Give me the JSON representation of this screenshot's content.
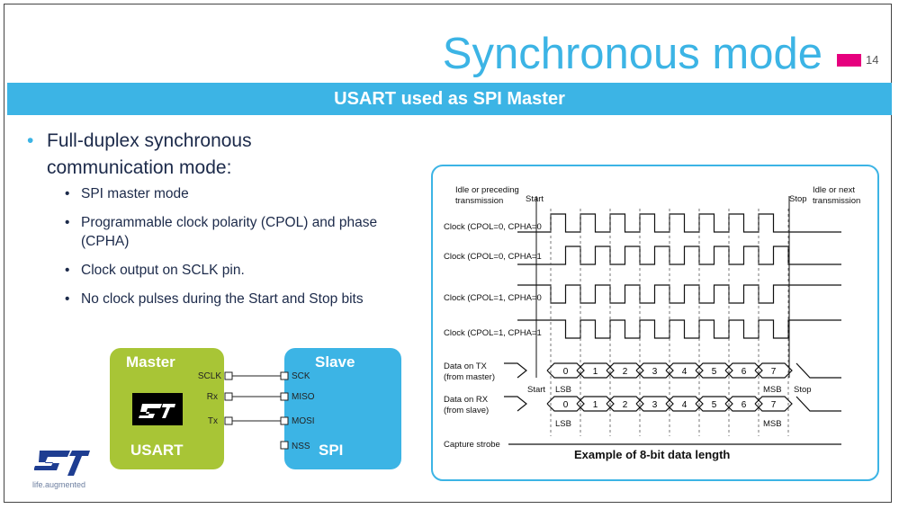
{
  "slide": {
    "title": "Synchronous mode",
    "page_number": "14",
    "banner": "USART used as SPI Master",
    "main_bullet_line1": "Full-duplex synchronous",
    "main_bullet_line2": "communication mode:",
    "sub_bullets": [
      "SPI master mode",
      "Programmable clock polarity (CPOL) and phase (CPHA)",
      "Clock output on SCLK pin.",
      "No clock pulses during the Start and Stop bits"
    ],
    "accent_color": "#3cb4e5",
    "brand_magenta": "#e6007e"
  },
  "block_diagram": {
    "master_label": "Master",
    "master_sub": "USART",
    "slave_label": "Slave",
    "slave_sub": "SPI",
    "master_pins": [
      "SCLK",
      "Rx",
      "Tx"
    ],
    "slave_pins": [
      "SCK",
      "MISO",
      "MOSI",
      "NSS"
    ],
    "master_color": "#a8c536",
    "slave_color": "#3cb4e5"
  },
  "timing": {
    "idle_before_line1": "Idle or preceding",
    "idle_before_line2": "transmission",
    "start": "Start",
    "stop": "Stop",
    "idle_after_line1": "Idle or next",
    "idle_after_line2": "transmission",
    "clock_labels": [
      "Clock (CPOL=0, CPHA=0",
      "Clock (CPOL=0, CPHA=1",
      "Clock (CPOL=1, CPHA=0",
      "Clock (CPOL=1, CPHA=1"
    ],
    "tx_label_line1": "Data on TX",
    "tx_label_line2": "(from master)",
    "rx_label_line1": "Data on RX",
    "rx_label_line2": "(from slave)",
    "capture_label": "Capture strobe",
    "bits": [
      "0",
      "1",
      "2",
      "3",
      "4",
      "5",
      "6",
      "7"
    ],
    "lsb": "LSB",
    "msb": "MSB",
    "start_below": "Start",
    "stop_below": "Stop",
    "caption": "Example of 8-bit data length"
  },
  "footer": {
    "logo_text": "ST",
    "tagline": "life.augmented"
  }
}
